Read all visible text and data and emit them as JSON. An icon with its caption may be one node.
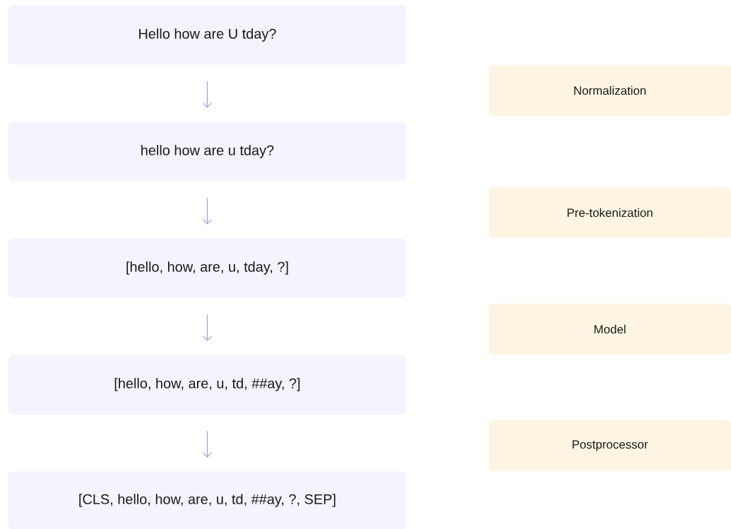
{
  "diagram": {
    "nodes": [
      {
        "text": [
          "Hello how are U tday?"
        ]
      },
      {
        "text": [
          "hello how are u tday?"
        ]
      },
      {
        "text": [
          "[hello, how, are, u, tday, ?]"
        ]
      },
      {
        "text": [
          "[hello, how, are, u, td, ##ay, ?]"
        ]
      },
      {
        "text": [
          "[CLS, hello, how, are, u, td, ##ay, ?, SEP]"
        ]
      },
      {
        "text": [
          "Normalization"
        ]
      },
      {
        "text": [
          "Pre-tokenization"
        ]
      },
      {
        "text": [
          "Model"
        ]
      },
      {
        "text": [
          "Postprocessor"
        ]
      }
    ],
    "edges": [
      {
        "from": 0,
        "to": 1,
        "arrow": "to"
      },
      {
        "from": 1,
        "to": 2,
        "arrow": "to"
      },
      {
        "from": 2,
        "to": 3,
        "arrow": "to"
      },
      {
        "from": 3,
        "to": 4,
        "arrow": "to"
      }
    ]
  }
}
